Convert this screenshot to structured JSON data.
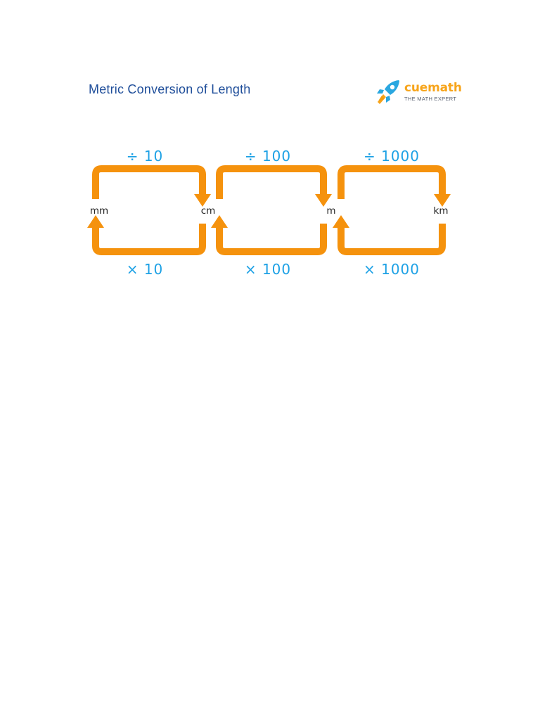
{
  "title": "Metric Conversion of Length",
  "logo": {
    "word": "cuemath",
    "tagline": "THE MATH EXPERT",
    "icon": "rocket-icon"
  },
  "colors": {
    "title": "#1f4e9a",
    "arrow": "#f5920d",
    "operation": "#1da1e5",
    "logo": "#f7a51c"
  },
  "units": [
    "mm",
    "cm",
    "m",
    "km"
  ],
  "conversions": [
    {
      "from": "mm",
      "to": "cm",
      "divide": "÷ 10",
      "multiply": "× 10"
    },
    {
      "from": "cm",
      "to": "m",
      "divide": "÷ 100",
      "multiply": "× 100"
    },
    {
      "from": "m",
      "to": "km",
      "divide": "÷ 1000",
      "multiply": "× 1000"
    }
  ]
}
